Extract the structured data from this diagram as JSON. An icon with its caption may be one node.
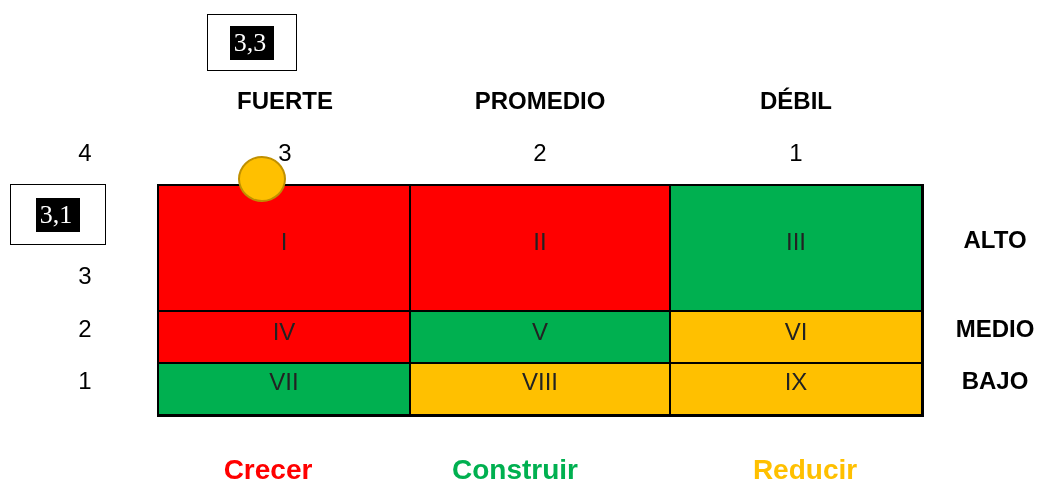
{
  "diagram": {
    "nodes": [
      {
        "text": [
          "3,3"
        ]
      },
      {
        "text": [
          "3,1"
        ]
      },
      {
        "text": [],
        "shape": "circle"
      },
      {
        "text": [
          "I"
        ]
      },
      {
        "text": [
          "II"
        ]
      },
      {
        "text": [
          "III"
        ]
      },
      {
        "text": [
          "IV"
        ]
      },
      {
        "text": [
          "V"
        ]
      },
      {
        "text": [
          "VI"
        ]
      },
      {
        "text": [
          "VII"
        ]
      },
      {
        "text": [
          "VIII"
        ]
      },
      {
        "text": [
          "IX"
        ]
      }
    ],
    "labels": [
      "FUERTE",
      "PROMEDIO",
      "DÉBIL",
      "4",
      "3",
      "2",
      "1",
      "ALTO",
      "3",
      "2",
      "MEDIO",
      "1",
      "BAJO",
      "Crecer",
      "Construir",
      "Reducir"
    ]
  }
}
